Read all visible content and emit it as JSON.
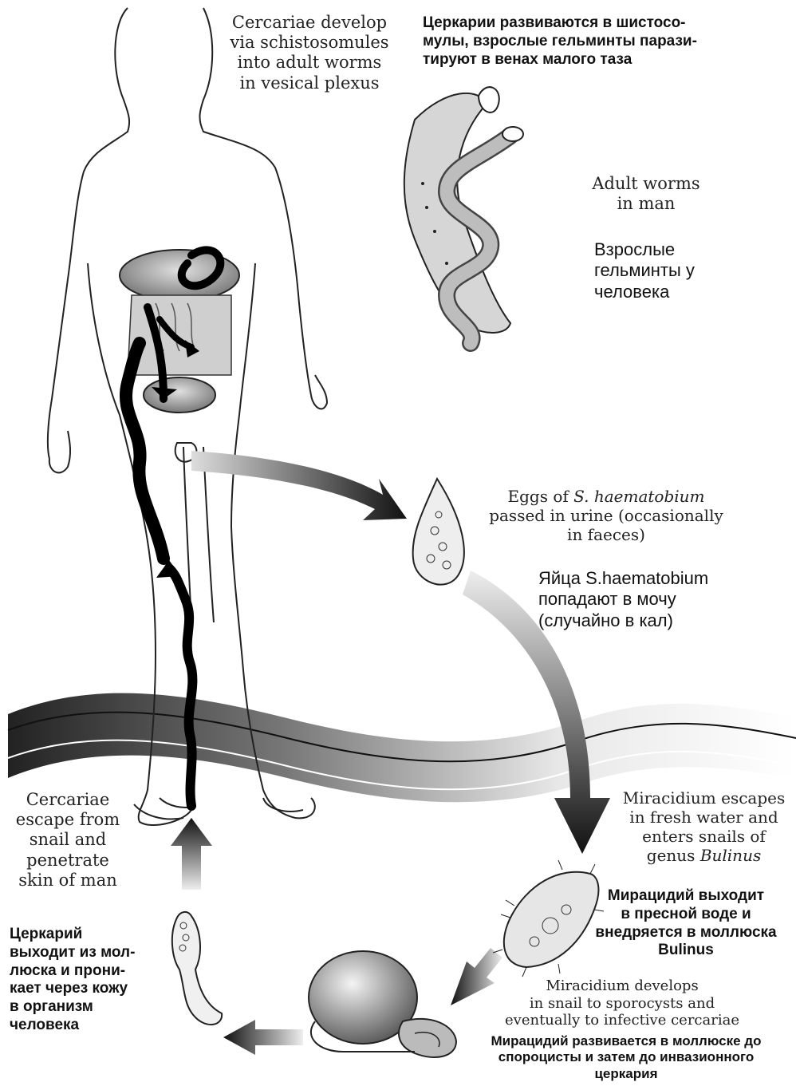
{
  "labels": {
    "cercariae_develop_en": "Cercariae develop\nvia schistosomules\ninto adult worms\nin vesical plexus",
    "cercariae_develop_ru": "Церкарии развиваются в шистосо-\nмулы, взрослые гельминты парази-\nтируют в венах малого таза",
    "adult_worms_en": "Adult worms\nin man",
    "adult_worms_ru": "Взрослые\nгельминты у\nчеловека",
    "eggs_en_pre": "Eggs of ",
    "eggs_en_species": "S. haematobium",
    "eggs_en_post": "\npassed in urine (occasionally\nin faeces)",
    "eggs_ru": "Яйца S.haematobium\nпопадают в мочу\n(случайно в кал)",
    "miracidium_escapes_en_pre": "Miracidium escapes\nin fresh water and\nenters snails of\ngenus ",
    "miracidium_escapes_en_genus": "Bulinus",
    "miracidium_escapes_ru": "Мирацидий выходит\nв  пресной воде и\nвнедряется в моллюска\nBulinus",
    "miracidium_develops_en": "Miracidium develops\nin snail to sporocysts and\neventually to infective cercariae",
    "miracidium_develops_ru": "Мирацидий развивается в моллюске до\nспороцисты и затем до инвазионного\nцеркария",
    "cercariae_escape_en": "Cercariae\nescape from\nsnail and\npenetrate\nskin of man",
    "cercariae_escape_ru": "Церкарий\nвыходит из мол-\nлюска и прони-\nкает через кожу\nв организм\nчеловека"
  }
}
